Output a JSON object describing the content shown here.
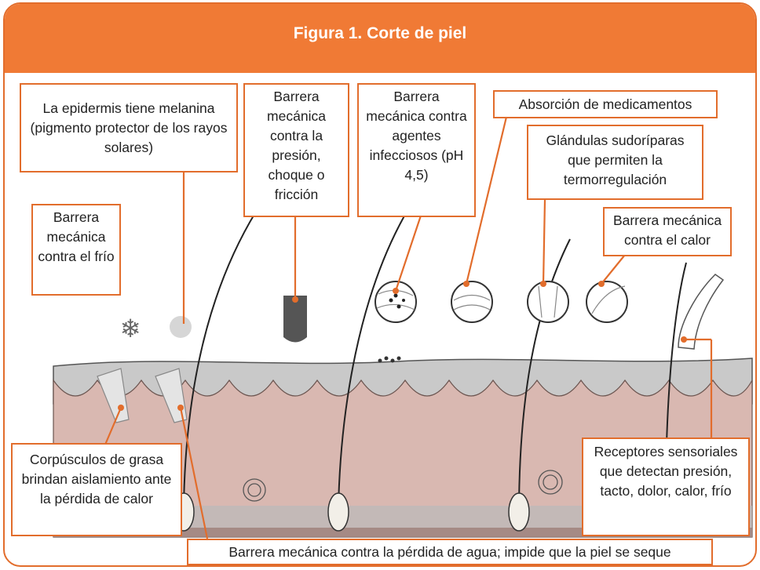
{
  "title": "Figura 1. Corte de piel",
  "colors": {
    "accent": "#f07a35",
    "skin_pink": "#d9b8b1",
    "dermis_gray": "#b9b9b9"
  },
  "labels": {
    "epidermis_melanina": "La epidermis tiene melanina (pigmento protector de los rayos solares)",
    "presion": "Barrera mecánica contra la presión, choque o fricción",
    "infecciosos": "Barrera mecánica contra agentes infecciosos (pH 4,5)",
    "medicamentos": "Absorción de medicamentos",
    "sudoriparas": "Glándulas sudoríparas que permiten la termorregulación",
    "frio": "Barrera mecánica contra el frío",
    "calor": "Barrera mecánica contra el calor",
    "grasa": "Corpúsculos de grasa brindan aislamiento ante la pérdida de calor",
    "receptores": "Receptores sensoriales que detectan presión, tacto, dolor, calor, frío",
    "agua": "Barrera mecánica contra la pérdida de agua; impide que la piel se seque"
  }
}
